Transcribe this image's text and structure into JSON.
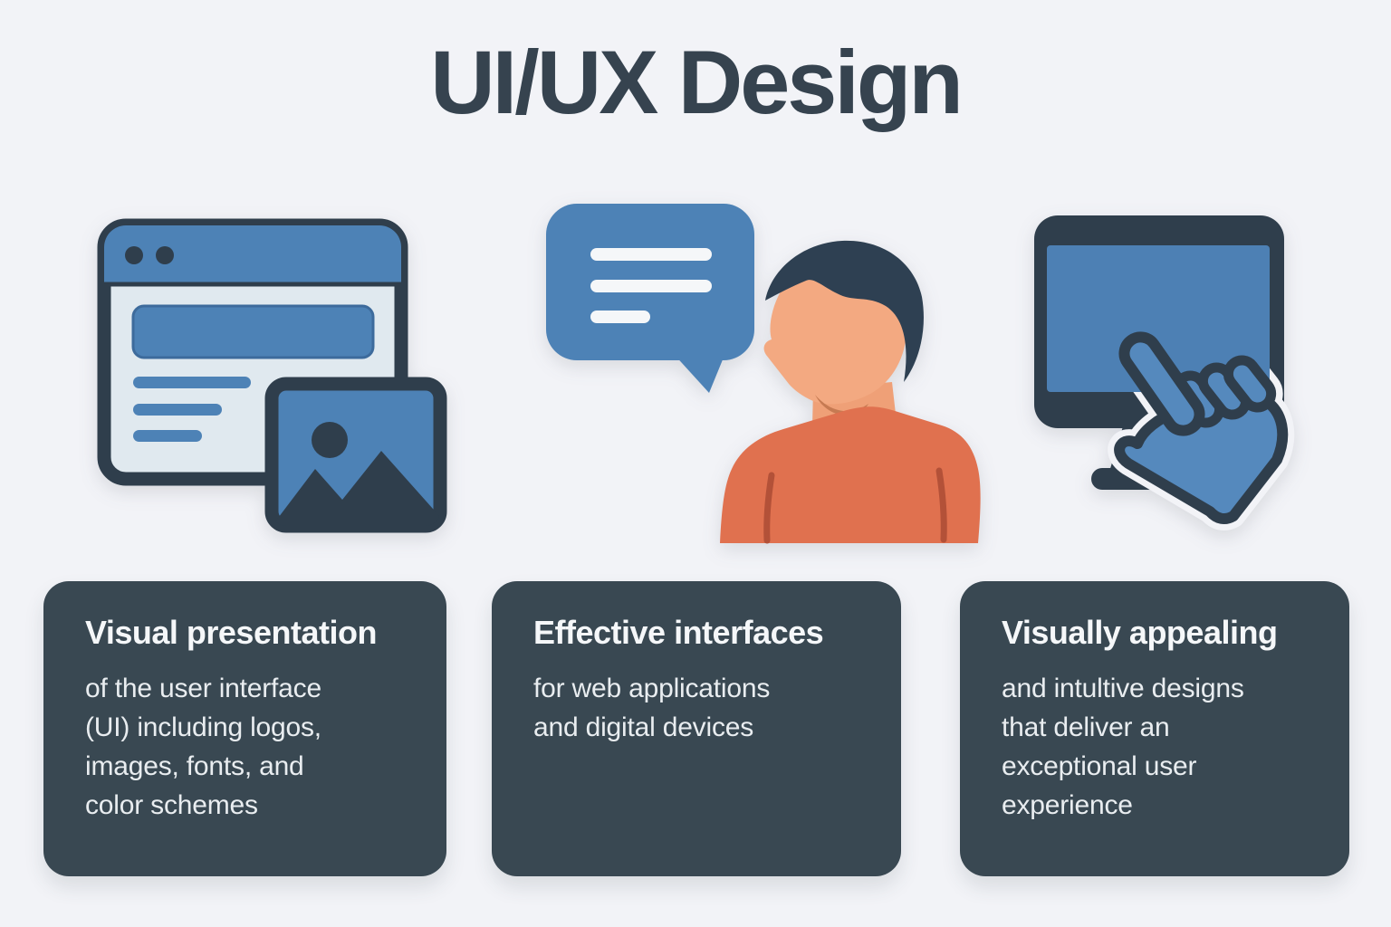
{
  "title": "UI/UX Design",
  "cards": [
    {
      "heading": "Visual presentation",
      "body": "of the user interface (UI) including logos, images, fonts, and color schemes",
      "lines": [
        "of the user interface",
        "(UI) including logos,",
        "images, fonts, and",
        "color schemes"
      ]
    },
    {
      "heading": "Effective interfaces",
      "body": "for web applications and digital devices",
      "lines": [
        "for web applications",
        "and digital devices"
      ]
    },
    {
      "heading": "Visually appealing",
      "body": "and intultive designs that deliver an exceptional user experience",
      "lines": [
        "and intultive designs",
        "that deliver an",
        "exceptional user",
        "experience"
      ]
    }
  ],
  "illustrations": [
    {
      "name": "browser-window-with-image-thumbnail"
    },
    {
      "name": "speech-bubble-with-person"
    },
    {
      "name": "monitor-with-pointing-hand"
    }
  ],
  "colors": {
    "background": "#f2f3f7",
    "title_text": "#36434f",
    "card_background": "#394852",
    "card_heading_text": "#f5f7f9",
    "card_body_text": "#e9edf0",
    "outline_dark": "#2f3e4c",
    "accent_blue": "#4d82b6",
    "hand_blue": "#5589bd",
    "panel_light": "#e0e9ef",
    "bubble_line_white": "#f5f7f9",
    "skin": "#f3a981",
    "skin_shadow": "#c67a52",
    "hair": "#2e4052",
    "shirt_orange": "#e0714f",
    "shirt_seam": "#b35138"
  }
}
